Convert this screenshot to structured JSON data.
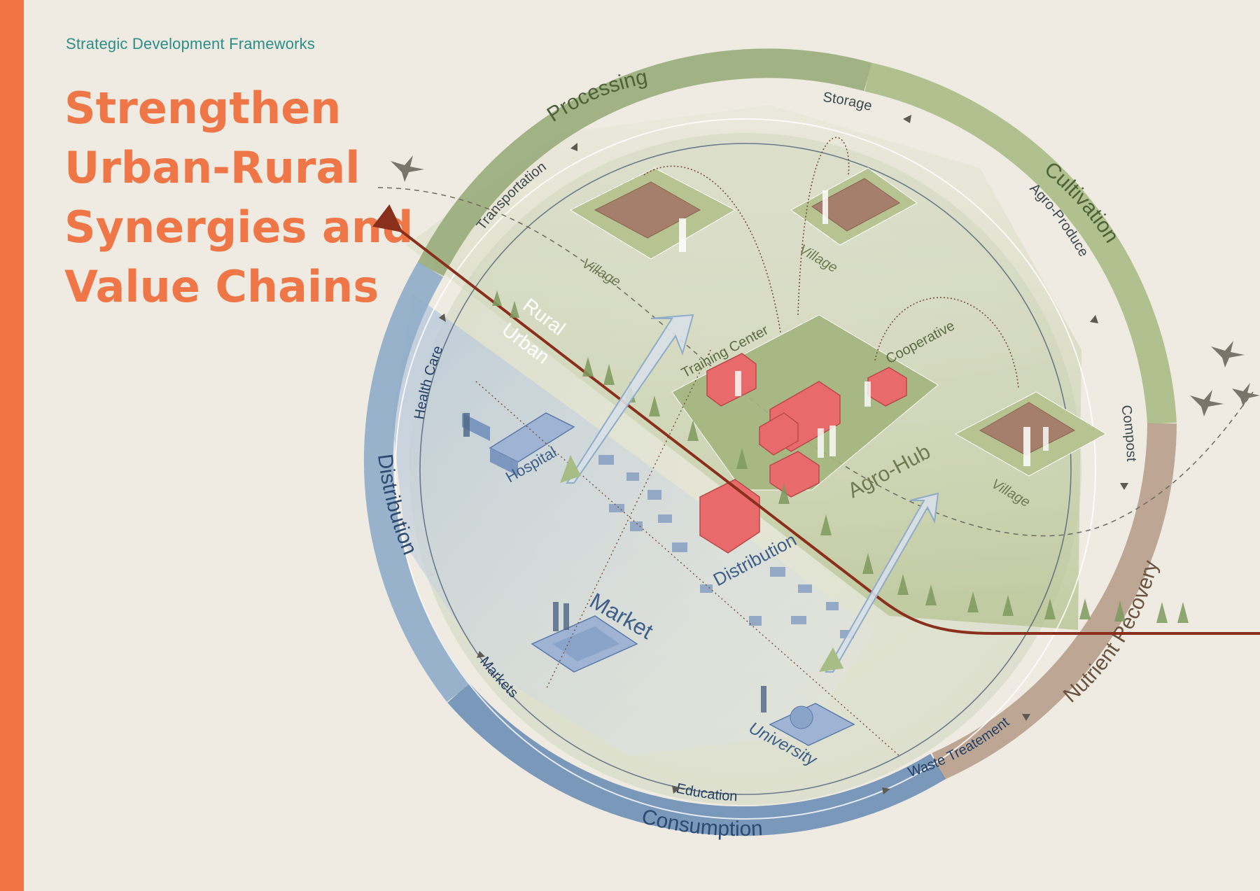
{
  "header": {
    "kicker": "Strategic Development Frameworks",
    "title_lines": [
      "Strengthen",
      "Urban-Rural",
      "Synergies and",
      "Value Chains"
    ]
  },
  "cycle": {
    "stages": [
      "Processing",
      "Cultivation",
      "Nutrient Recovery",
      "Consumption",
      "Distribution"
    ],
    "inner_flows": [
      "Storage",
      "Agro-Produce",
      "Compost",
      "Waste Treatement",
      "Education",
      "Markets",
      "Health Care",
      "Transportation"
    ]
  },
  "zones": {
    "rural_label": "Rural",
    "urban_label": "Urban"
  },
  "places": {
    "villages": [
      "Village",
      "Village",
      "Village"
    ],
    "training_center": "Training Center",
    "cooperative": "Cooperative",
    "agro_hub": "Agro-Hub",
    "distribution": "Distribution",
    "hospital": "Hospital",
    "market": "Market",
    "university": "University"
  },
  "colors": {
    "accent": "#ef7747",
    "kicker": "#2b8f88",
    "green": "#8fa772",
    "blue": "#7f9cbe",
    "brown": "#a98e78",
    "red": "#e86a6a",
    "divider": "#8a2f1c"
  }
}
